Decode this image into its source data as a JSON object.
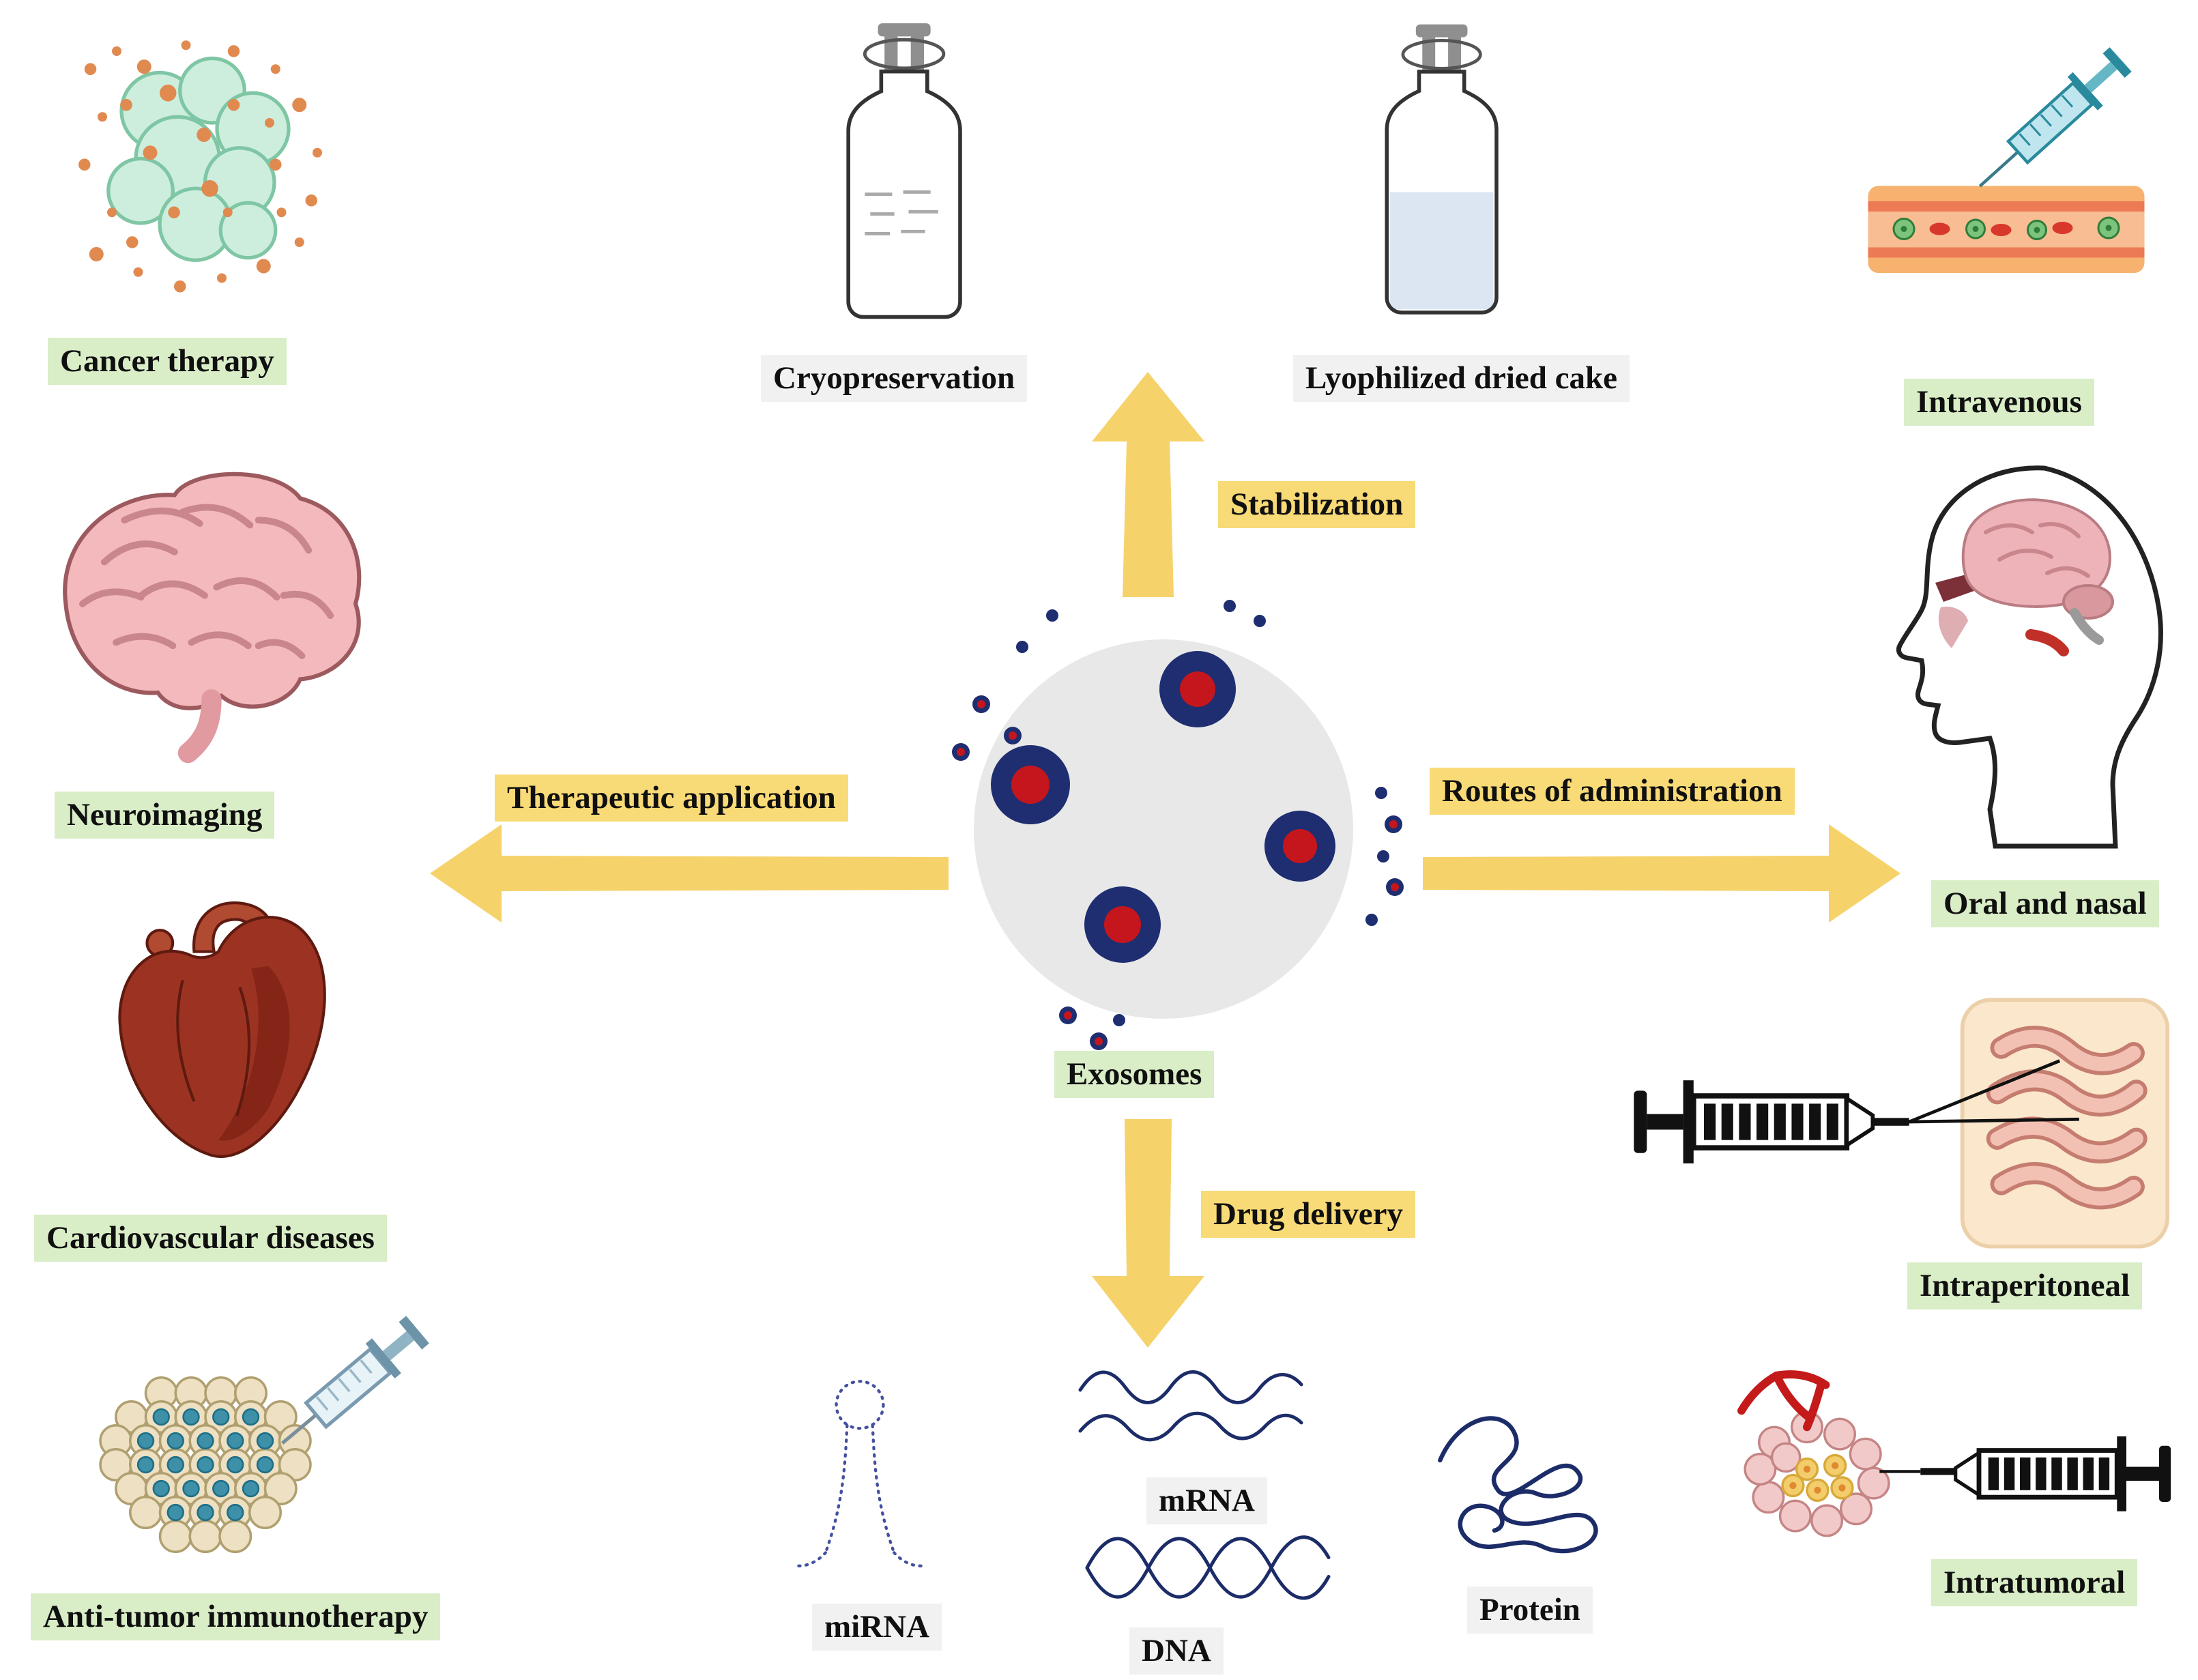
{
  "center": {
    "label": "Exosomes"
  },
  "arrows": {
    "up": {
      "label": "Stabilization"
    },
    "left": {
      "label": "Therapeutic application"
    },
    "right": {
      "label": "Routes of administration"
    },
    "down": {
      "label": "Drug delivery"
    }
  },
  "stabilization_items": [
    {
      "label": "Cryopreservation",
      "icon": "vial-empty-icon"
    },
    {
      "label": "Lyophilized dried cake",
      "icon": "vial-liquid-icon"
    }
  ],
  "therapeutic_items": [
    {
      "label": "Cancer therapy",
      "icon": "cancer-cells-icon"
    },
    {
      "label": "Neuroimaging",
      "icon": "brain-icon"
    },
    {
      "label": "Cardiovascular diseases",
      "icon": "heart-icon"
    },
    {
      "label": "Anti-tumor immunotherapy",
      "icon": "tumor-syringe-icon"
    }
  ],
  "routes_items": [
    {
      "label": "Intravenous",
      "icon": "syringe-vein-icon"
    },
    {
      "label": "Oral and nasal",
      "icon": "head-profile-icon"
    },
    {
      "label": "Intraperitoneal",
      "icon": "syringe-abdomen-icon"
    },
    {
      "label": "Intratumoral",
      "icon": "tumor-injection-icon"
    }
  ],
  "drug_delivery_items": [
    {
      "label": "miRNA",
      "icon": "mirna-hairpin-icon"
    },
    {
      "label": "mRNA",
      "icon": "mrna-strands-icon"
    },
    {
      "label": "DNA",
      "icon": "dna-helix-icon"
    },
    {
      "label": "Protein",
      "icon": "protein-fold-icon"
    }
  ],
  "colors": {
    "arrow_yellow": "#f6d26b",
    "label_yellow": "#f8da77",
    "label_green": "#d9edc7",
    "label_gray": "#f1f1f1",
    "exosome_body": "#e8e8e8",
    "vesicle_navy": "#1e2e70",
    "vesicle_core_red": "#c5161d"
  }
}
